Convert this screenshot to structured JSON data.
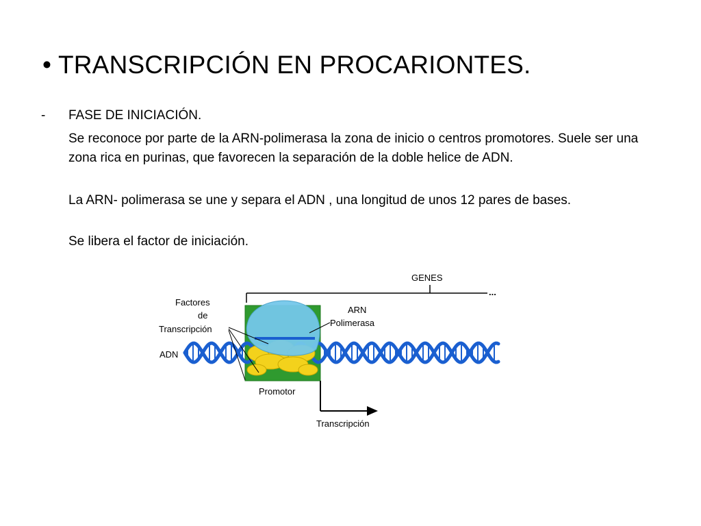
{
  "slide": {
    "title": "• TRANSCRIPCIÓN EN PROCARIONTES.",
    "section": {
      "dash": "-",
      "heading": "FASE DE INICIACIÓN.",
      "paragraphs": [
        "Se reconoce por parte de la ARN-polimerasa la zona de inicio o centros promotores. Suele ser una zona rica en purinas, que favorecen la separación de la doble helice de ADN.",
        "La ARN- polimerasa se une y separa el ADN , una longitud de unos 12 pares de bases.",
        "Se libera el factor de iniciación."
      ]
    }
  },
  "diagram": {
    "labels": {
      "genes": "GENES",
      "genes_ellipsis": "...",
      "factores_line1": "Factores",
      "factores_line2": "de",
      "factores_line3": "Transcripción",
      "arn_line1": "ARN",
      "arn_line2": "Polimerasa",
      "adn": "ADN",
      "promotor": "Promotor",
      "transcripcion": "Transcripción"
    },
    "colors": {
      "dna_strand": "#1a5fd0",
      "promoter_box": "#2f9a2f",
      "polymerase": "#74c8ea",
      "factors": "#f3d21c"
    }
  }
}
